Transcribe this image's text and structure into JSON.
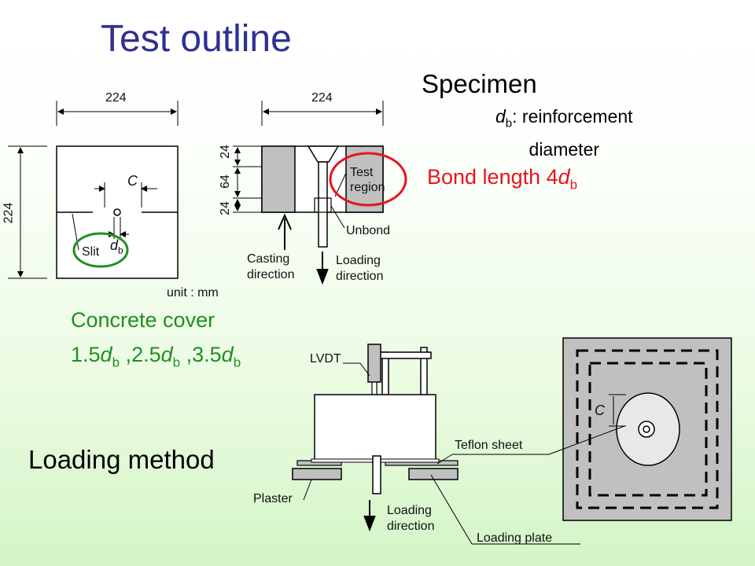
{
  "slide": {
    "title": "Test outline",
    "specimen_heading": "Specimen",
    "db_symbol": "d",
    "db_subscript": "b",
    "db_description_line1": ": reinforcement",
    "db_description_line2": "diameter",
    "bond_length": "Bond length 4",
    "concrete_cover_heading": "Concrete cover",
    "concrete_cover_values": [
      "1.5",
      "2.5",
      "3.5"
    ],
    "loading_method_heading": "Loading method"
  },
  "specimen_diagram": {
    "dim_width_left": "224",
    "dim_width_right": "224",
    "dim_height": "224",
    "dim_24_top": "24",
    "dim_64": "64",
    "dim_24_bottom": "24",
    "cover_label": "C",
    "bar_label": "d",
    "bar_subscript": "b",
    "slit_label": "Slit",
    "test_region_line1": "Test",
    "test_region_line2": "region",
    "unbond_label": "Unbond",
    "casting_line1": "Casting",
    "casting_line2": "direction",
    "loading_line1": "Loading",
    "loading_line2": "direction",
    "unit_label": "unit : mm"
  },
  "loading_diagram": {
    "lvdt_label": "LVDT",
    "teflon_label": "Teflon sheet",
    "plaster_label": "Plaster",
    "loading_line1": "Loading",
    "loading_line2": "direction",
    "loading_plate_label": "Loading plate",
    "cover_label": "C"
  },
  "colors": {
    "title": "#2e3192",
    "bond_highlight": "#e8141c",
    "cover_highlight": "#1f8f1f",
    "concrete_gray": "#c0c0c0"
  }
}
